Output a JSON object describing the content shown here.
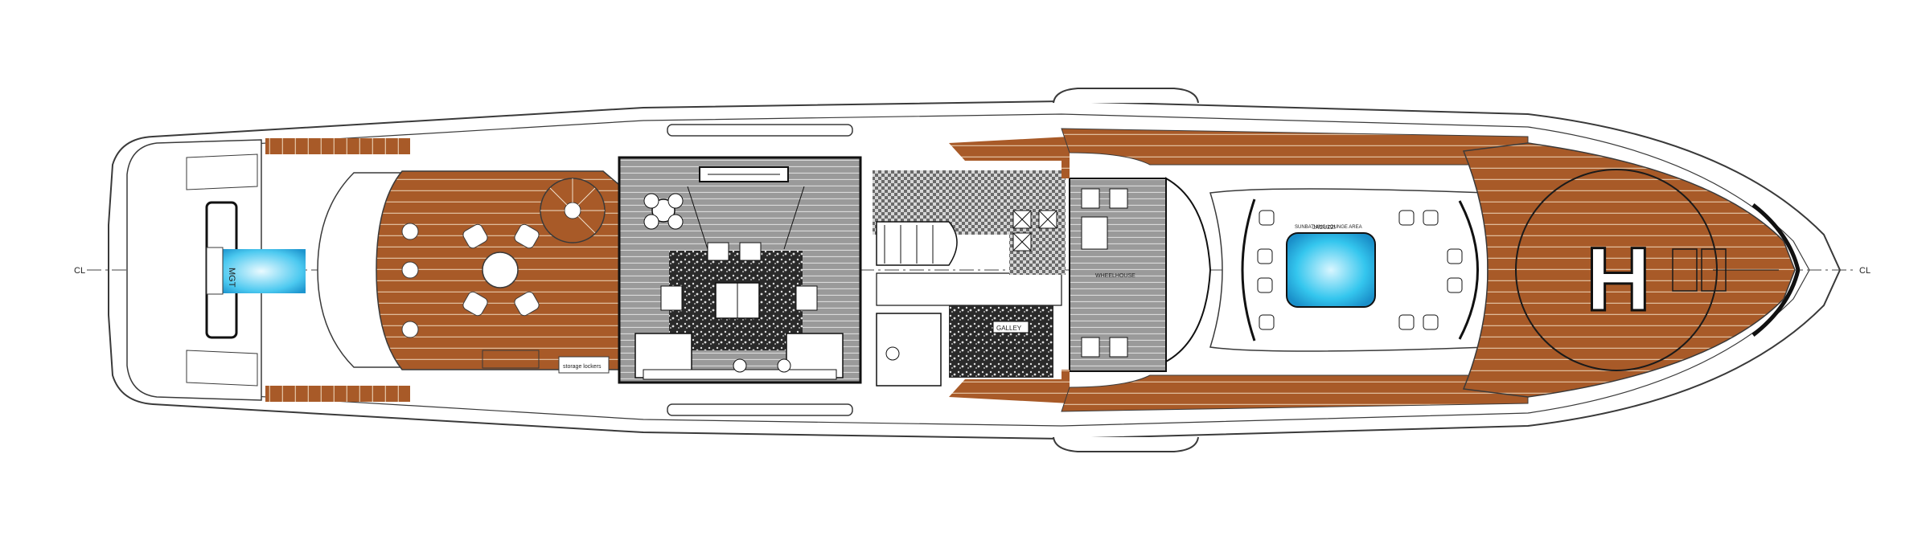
{
  "centerline": {
    "left_mark": "CL",
    "right_mark": "CL"
  },
  "labels": {
    "helipad": "H",
    "stern_badge": "MGT",
    "storage_plate": "storage lockers",
    "galley_tag": "GALLEY",
    "forward_rail_text": "SUNBATHING LOUNGE AREA",
    "pool_tag": "JACUZZI",
    "bridge_tag": "WHEELHOUSE"
  },
  "colors": {
    "teak": "#a85a28",
    "teak_plank": "#e7c9ab",
    "outline": "#3a3a3a",
    "pool_glow": "#34c6ee",
    "pool_core": "#d9f6ff",
    "floor_gray": "#8f8f8f",
    "hull_white": "#ffffff"
  }
}
